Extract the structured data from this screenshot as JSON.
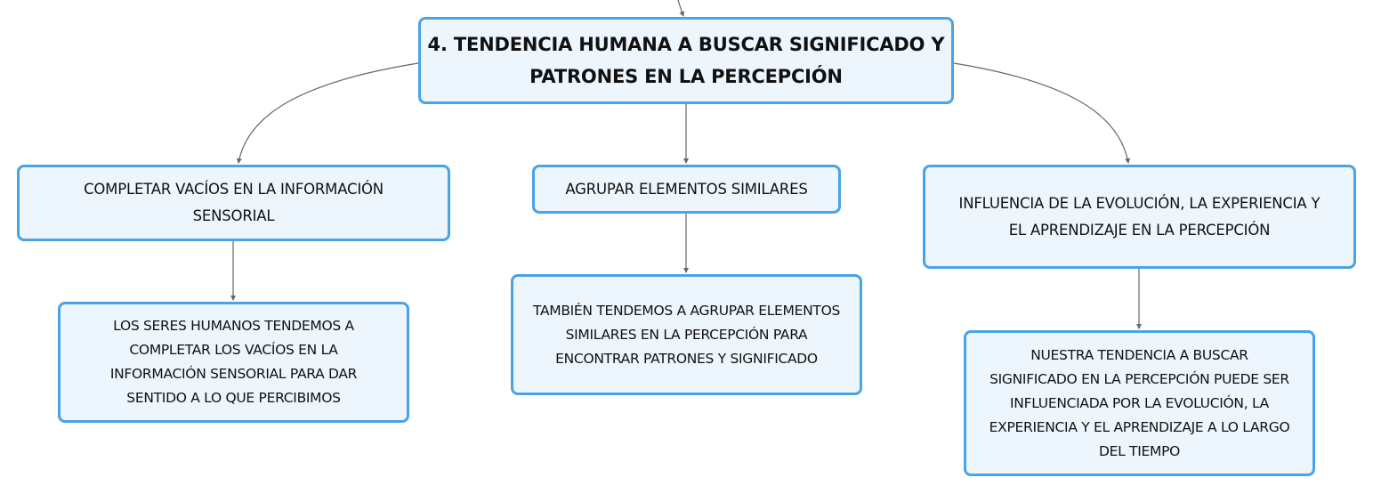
{
  "central_topic": {
    "label": "4. TENDENCIA HUMANA A BUSCAR SIGNIFICADO Y\nPATRONES EN LA PERCEPCIÓN"
  },
  "subtopics": [
    {
      "label": "COMPLETAR VACÍOS EN LA INFORMACIÓN\nSENSORIAL",
      "detail": "LOS SERES HUMANOS TENDEMOS A\nCOMPLETAR LOS VACÍOS EN LA\nINFORMACIÓN SENSORIAL PARA DAR\nSENTIDO A LO QUE PERCIBIMOS"
    },
    {
      "label": "AGRUPAR ELEMENTOS SIMILARES",
      "detail": "TAMBIÉN TENDEMOS A AGRUPAR ELEMENTOS\nSIMILARES EN LA PERCEPCIÓN PARA\nENCONTRAR PATRONES Y SIGNIFICADO"
    },
    {
      "label": "INFLUENCIA DE LA EVOLUCIÓN, LA EXPERIENCIA Y\nEL APRENDIZAJE EN LA PERCEPCIÓN",
      "detail": "NUESTRA TENDENCIA A BUSCAR\nSIGNIFICADO EN LA PERCEPCIÓN PUEDE SER\nINFLUENCIADA POR LA EVOLUCIÓN, LA\nEXPERIENCIA Y EL APRENDIZAJE A LO LARGO\nDEL TIEMPO"
    }
  ],
  "colors": {
    "node_border": "#4aa3e6",
    "node_fill": "#eef6fd",
    "connector": "#666666",
    "text": "#111111"
  }
}
